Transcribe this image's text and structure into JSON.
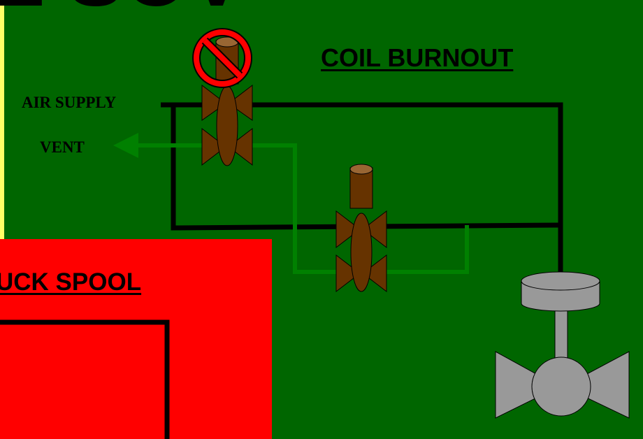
{
  "slide": {
    "title": "COIL BURNOUT",
    "air_supply_label": "AIR SUPPLY",
    "vent_label": "VENT",
    "overlay_title": "UCK SPOOL"
  },
  "colors": {
    "slide_background": "#ffff66",
    "panel_green": "#006600",
    "overlay_red": "#ff0000",
    "air_line": "#000000",
    "vent_line": "#008000",
    "valve_brown": "#663300",
    "valve_cap": "#996633",
    "no_symbol": "#ff0000",
    "actuator_gray": "#999999"
  },
  "icons": [
    "no-symbol-icon",
    "vent-arrow-icon"
  ]
}
